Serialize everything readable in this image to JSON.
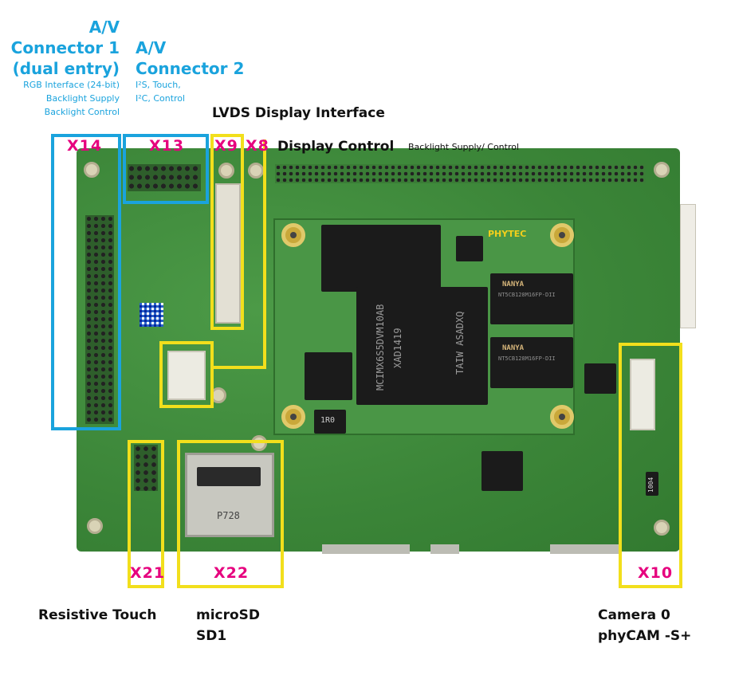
{
  "labels": {
    "av1_line1": "A/V",
    "av1_line2": "Connector 1",
    "av1_line3": "(dual entry)",
    "av1_desc1": "RGB Interface (24-bit)",
    "av1_desc2": "Backlight Supply",
    "av1_desc3": "Backlight Control",
    "av2_line1": "A/V",
    "av2_line2": "Connector 2",
    "av2_desc1": "I²S, Touch,",
    "av2_desc2": "I²C, Control",
    "lvds": "LVDS Display Interface",
    "display_control": "Display Control",
    "display_control_sub": "Backlight Supply/ Control",
    "resistive_touch": "Resistive Touch",
    "microsd_1": "microSD",
    "microsd_2": "SD1",
    "camera_1": "Camera 0",
    "camera_2": "phyCAM -S+"
  },
  "connectors": {
    "x14": "X14",
    "x13": "X13",
    "x9": "X9",
    "x8": "X8",
    "x21": "X21",
    "x22": "X22",
    "x10": "X10"
  },
  "board_text": {
    "vendor": "PHYTEC",
    "cpu_1": "MCIMX6S5DVM10AB",
    "cpu_2": "XAD1419",
    "cpu_3": "TAIW ASADXQ",
    "ram_brand": "NANYA",
    "ram_part": "NT5CB128M16FP-DII",
    "sd_marking": "P728",
    "inductor_1": "1R0",
    "inductor_2": "1004"
  },
  "colors": {
    "board": "#3d8a3a",
    "callout_blue": "#1aa3dd",
    "callout_yellow": "#f2df1c",
    "connector_pink": "#e6007e"
  }
}
